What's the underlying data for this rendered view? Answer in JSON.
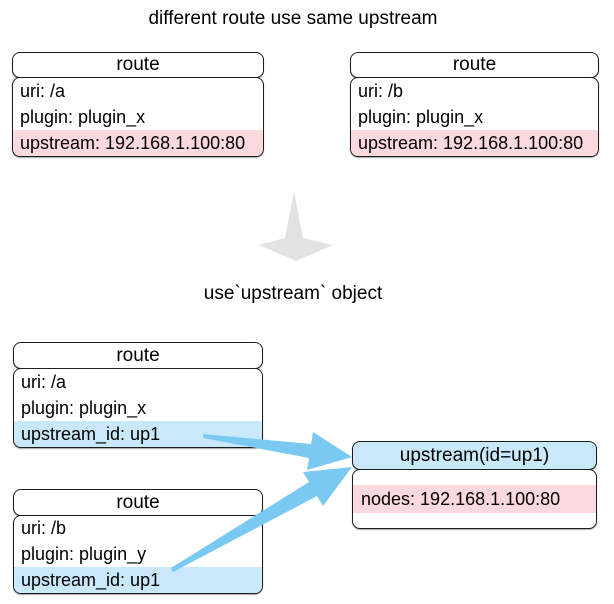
{
  "title": "different route use same upstream",
  "subtitle": "use`upstream` object",
  "colors": {
    "pink_highlight": "#FBD9DC",
    "blue_highlight": "#C9E9FB",
    "arrow_blue": "#79C9F2",
    "arrow_gray": "#E2E2E2",
    "border": "#1C1C1C"
  },
  "top_routes": [
    {
      "header": "route",
      "rows": [
        {
          "text": "uri: /a",
          "highlight": "none"
        },
        {
          "text": "plugin: plugin_x",
          "highlight": "none"
        },
        {
          "text": "upstream: 192.168.1.100:80",
          "highlight": "pink"
        }
      ]
    },
    {
      "header": "route",
      "rows": [
        {
          "text": "uri: /b",
          "highlight": "none"
        },
        {
          "text": "plugin: plugin_x",
          "highlight": "none"
        },
        {
          "text": "upstream: 192.168.1.100:80",
          "highlight": "pink"
        }
      ]
    }
  ],
  "bottom_routes": [
    {
      "header": "route",
      "rows": [
        {
          "text": "uri: /a",
          "highlight": "none"
        },
        {
          "text": "plugin: plugin_x",
          "highlight": "none"
        },
        {
          "text": "upstream_id: up1",
          "highlight": "blue"
        }
      ]
    },
    {
      "header": "route",
      "rows": [
        {
          "text": "uri: /b",
          "highlight": "none"
        },
        {
          "text": "plugin: plugin_y",
          "highlight": "none"
        },
        {
          "text": "upstream_id: up1",
          "highlight": "blue"
        }
      ]
    }
  ],
  "upstream_box": {
    "header": "upstream(id=up1)",
    "row": "nodes: 192.168.1.100:80"
  }
}
